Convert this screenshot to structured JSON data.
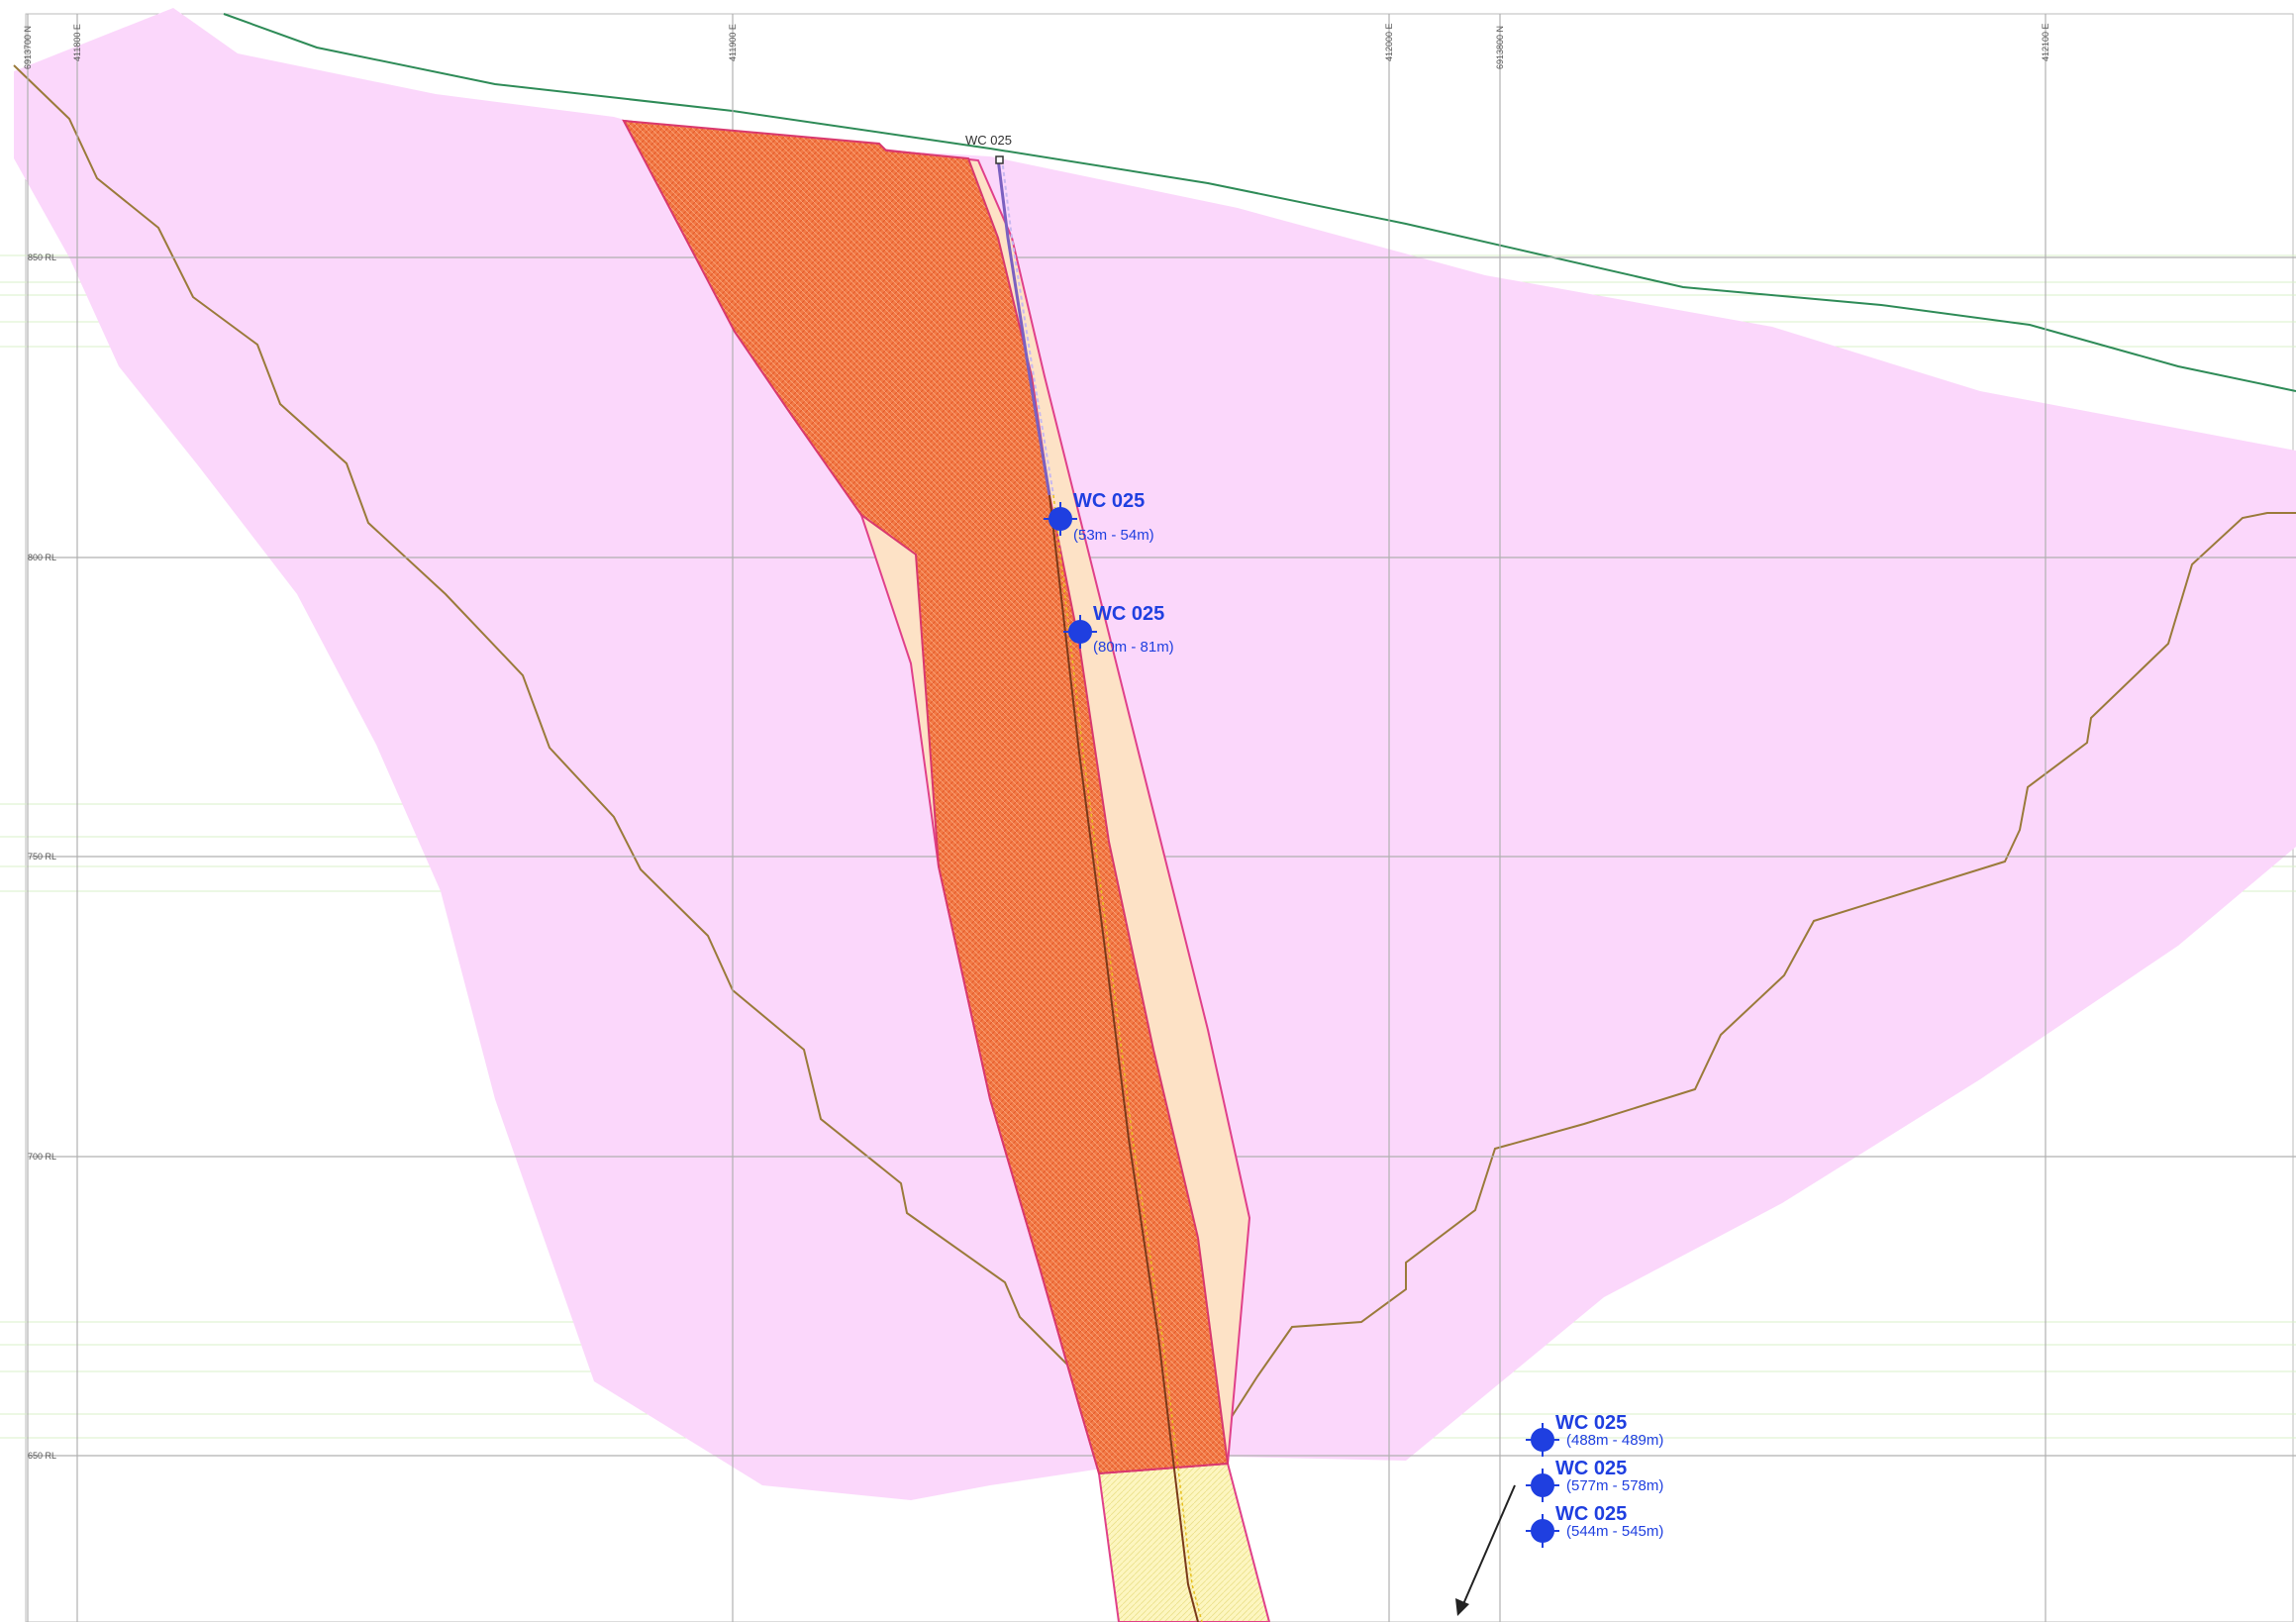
{
  "section": {
    "northing_labels": [
      "6913700 N",
      "6913800 N"
    ],
    "easting_labels": [
      "411800 E",
      "411900 E",
      "412000 E",
      "412100 E"
    ],
    "rl_labels": [
      "850 RL",
      "800 RL",
      "750 RL",
      "700 RL",
      "650 RL"
    ],
    "collar_label": "WC 025",
    "intercepts": [
      {
        "hole": "WC 025",
        "range": "(53m - 54m)"
      },
      {
        "hole": "WC 025",
        "range": "(80m - 81m)"
      },
      {
        "hole": "WC 025",
        "range": "(488m - 489m)"
      },
      {
        "hole": "WC 025",
        "range": "(577m - 578m)"
      },
      {
        "hole": "WC 025",
        "range": "(544m - 545m)"
      }
    ]
  },
  "colors": {
    "surface_line": "#2e8b57",
    "envelope_fill": "#fbd7fb",
    "orebody_fill": "#f07c4a",
    "halo_fill": "#fde2c6",
    "lower_zone_fill": "#fdf8c4",
    "contour_line": "#9a7a3a",
    "intercept_marker": "#1f3fe0"
  }
}
